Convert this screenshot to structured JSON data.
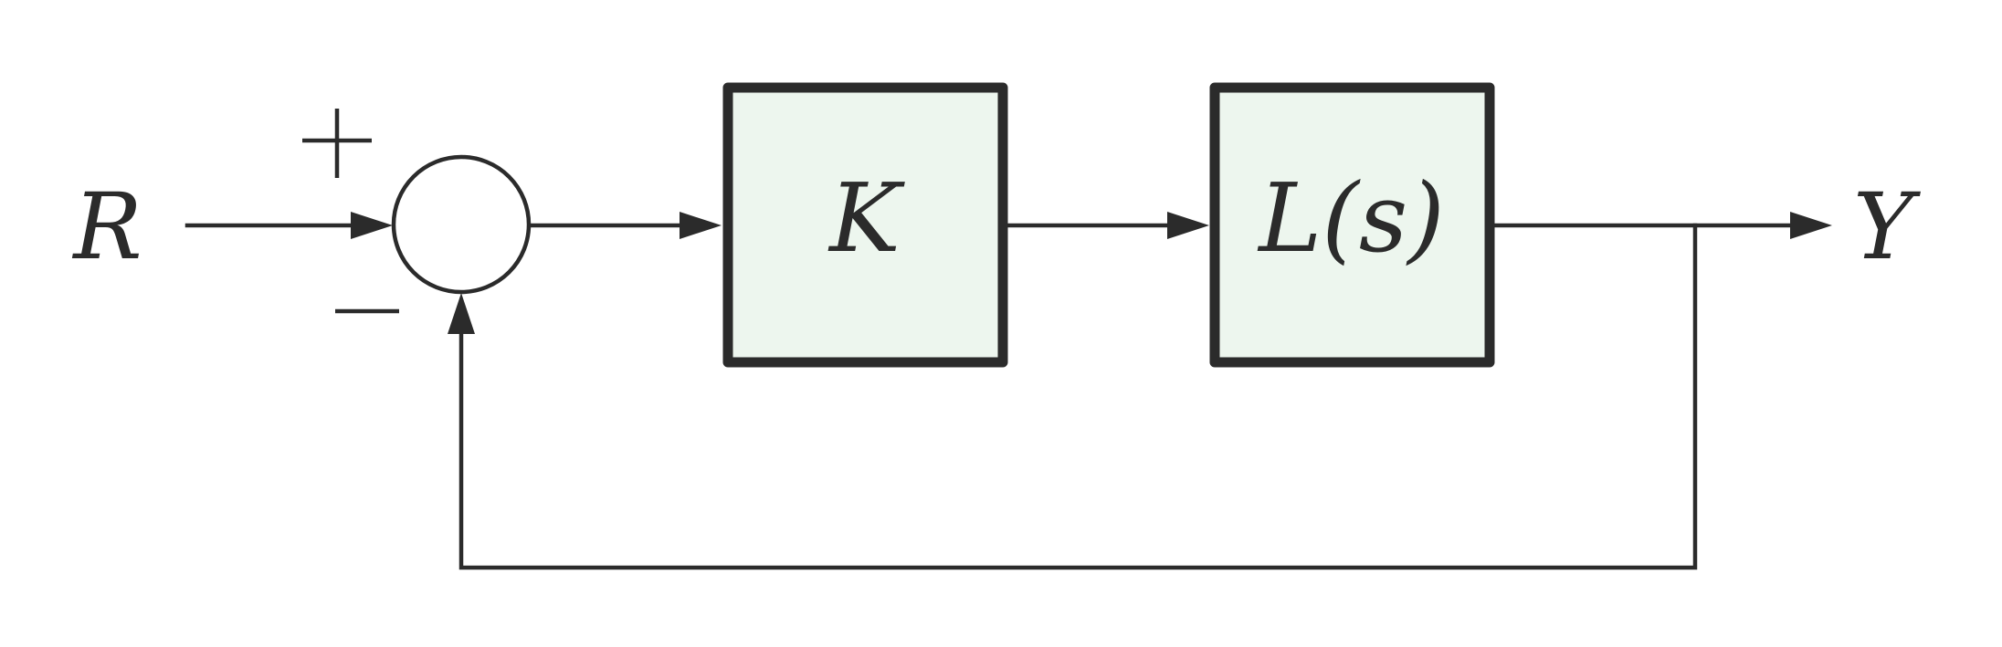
{
  "input_label": "R",
  "output_label": "Y",
  "summing_junction": {
    "plus_sign": "+",
    "minus_sign": "−"
  },
  "blocks": [
    {
      "label": "K"
    },
    {
      "label": "L(s)"
    }
  ],
  "colors": {
    "line": "#2b2b2b",
    "block_fill": "#edf6ee",
    "background": "#ffffff"
  }
}
